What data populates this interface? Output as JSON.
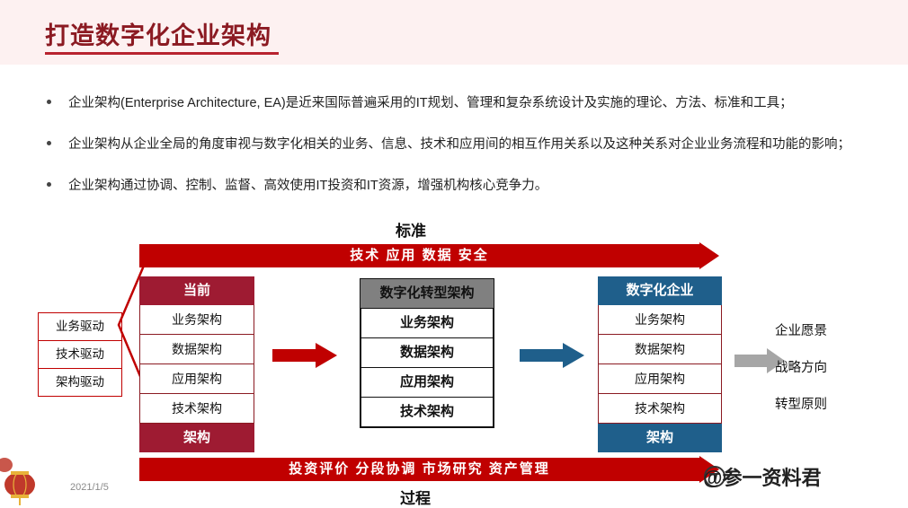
{
  "header": {
    "title": "打造数字化企业架构"
  },
  "bullets": [
    "企业架构(Enterprise Architecture, EA)是近来国际普遍采用的IT规划、管理和复杂系统设计及实施的理论、方法、标准和工具；",
    "企业架构从企业全局的角度审视与数字化相关的业务、信息、技术和应用间的相互作用关系以及这种关系对企业业务流程和功能的影响；",
    "企业架构通过协调、控制、监督、高效使用IT投资和IT资源，增强机构核心竞争力。"
  ],
  "diagram": {
    "standard_label": "标准",
    "process_label": "过程",
    "top_bar_text": "技术  应用  数据  安全",
    "bottom_bar_text": "投资评价  分段协调  市场研究  资产管理",
    "drivers": [
      "业务驱动",
      "技术驱动",
      "架构驱动"
    ],
    "stacks": [
      {
        "id": "current",
        "head": "当前",
        "foot": "架构",
        "head_color": "#9e1b32",
        "rows": [
          "业务架构",
          "数据架构",
          "应用架构",
          "技术架构"
        ]
      },
      {
        "id": "transform",
        "head": "数字化转型架构",
        "foot": "",
        "head_color": "#808080",
        "rows": [
          "业务架构",
          "数据架构",
          "应用架构",
          "技术架构"
        ]
      },
      {
        "id": "digital",
        "head": "数字化企业",
        "foot": "架构",
        "head_color": "#1f5f8b",
        "rows": [
          "业务架构",
          "数据架构",
          "应用架构",
          "技术架构"
        ]
      }
    ],
    "outcomes": [
      "企业愿景",
      "战略方向",
      "转型原则"
    ],
    "colors": {
      "red": "#c00000",
      "dark_red": "#9e1b32",
      "blue": "#1f5f8b",
      "gray": "#a6a6a6",
      "header_band": "#fdf1f1",
      "title": "#8b1a22"
    }
  },
  "footer": {
    "date": "2021/1/5",
    "watermark": "@参一资料君"
  }
}
